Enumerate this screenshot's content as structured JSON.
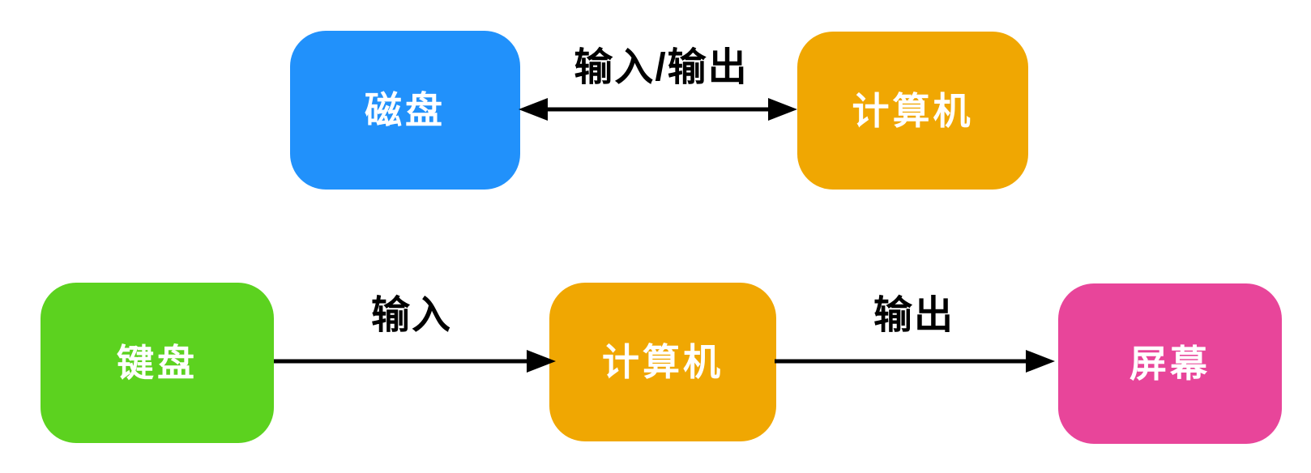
{
  "colors": {
    "background": "#FFFFFF",
    "disk": "#2191FB",
    "computer": "#F0A702",
    "keyboard": "#5CD21F",
    "screen": "#E8459A",
    "arrow": "#000000",
    "node_text": "#FFFFFF",
    "edge_label_text": "#000000"
  },
  "diagram": {
    "type": "flowchart",
    "rows": [
      {
        "nodes": [
          {
            "id": "disk",
            "label": "磁盘",
            "color_key": "disk"
          },
          {
            "id": "computer-top",
            "label": "计算机",
            "color_key": "computer"
          }
        ],
        "edges": [
          {
            "from": "disk",
            "to": "computer-top",
            "label": "输入/输出",
            "direction": "bidirectional"
          }
        ]
      },
      {
        "nodes": [
          {
            "id": "keyboard",
            "label": "键盘",
            "color_key": "keyboard"
          },
          {
            "id": "computer-bottom",
            "label": "计算机",
            "color_key": "computer"
          },
          {
            "id": "screen",
            "label": "屏幕",
            "color_key": "screen"
          }
        ],
        "edges": [
          {
            "from": "keyboard",
            "to": "computer-bottom",
            "label": "输入",
            "direction": "forward"
          },
          {
            "from": "computer-bottom",
            "to": "screen",
            "label": "输出",
            "direction": "forward"
          }
        ]
      }
    ]
  }
}
